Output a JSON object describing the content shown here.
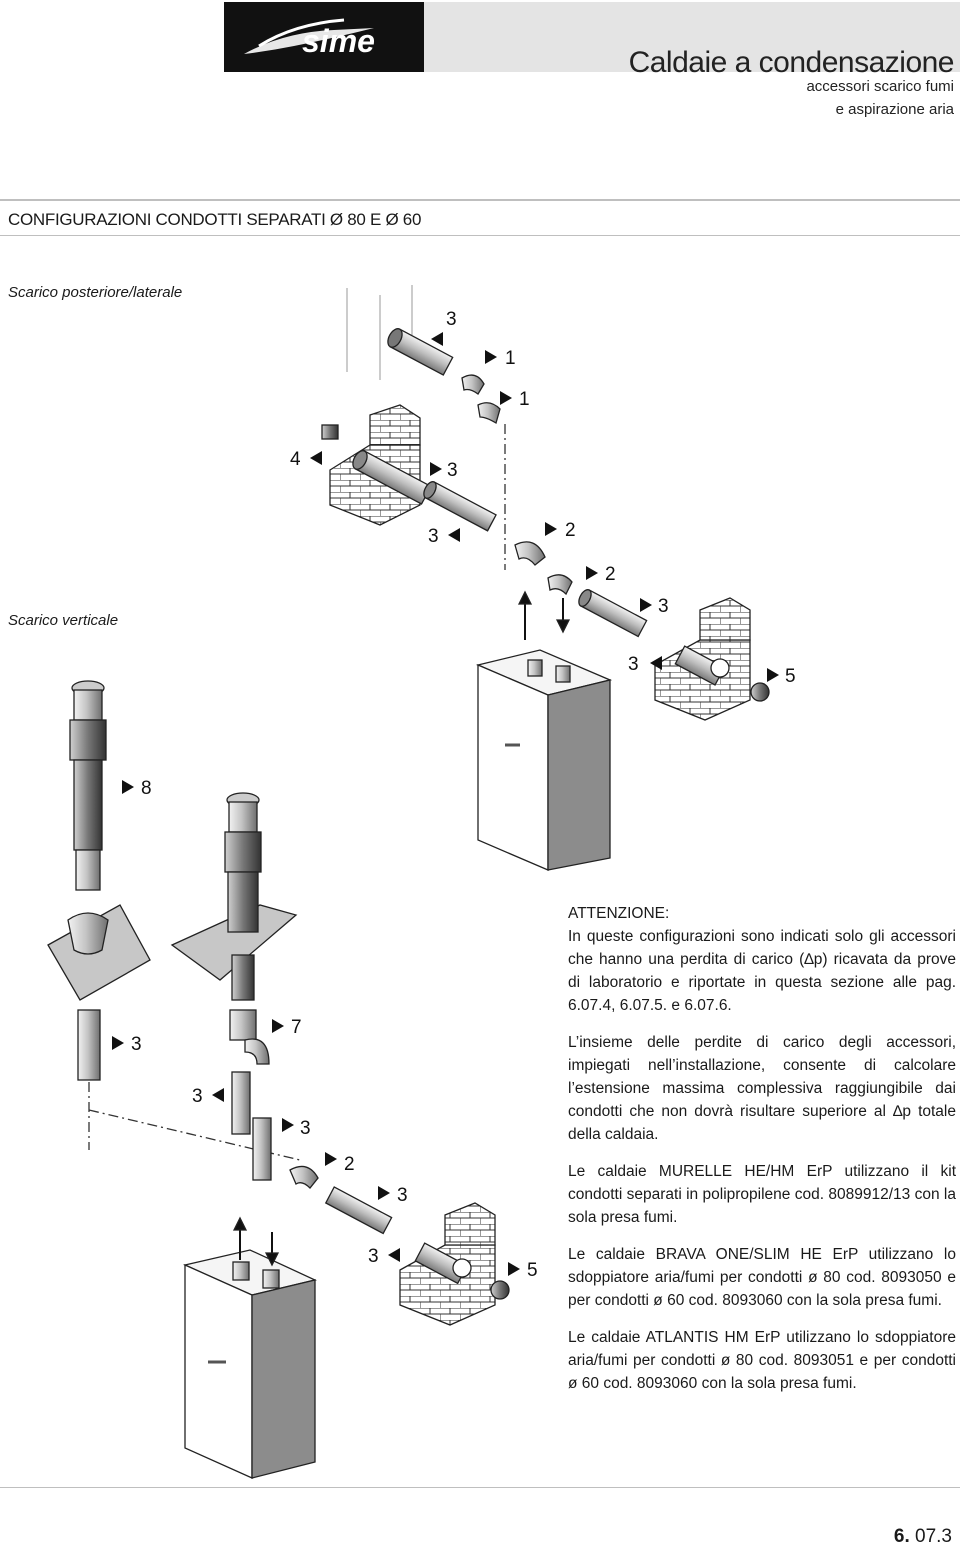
{
  "header": {
    "brand": "sime",
    "title": "Caldaie a condensazione",
    "subtitle_line1": "accessori scarico fumi",
    "subtitle_line2": "e aspirazione aria"
  },
  "section_title": "CONFIGURAZIONI CONDOTTI SEPARATI Ø 80 E Ø 60",
  "labels": {
    "rear": "Scarico posteriore/laterale",
    "vertical": "Scarico verticale"
  },
  "callouts_top": [
    "3",
    "1",
    "1",
    "4",
    "3",
    "3",
    "2",
    "2",
    "3",
    "3",
    "5"
  ],
  "callouts_bottom": [
    "8",
    "3",
    "7",
    "3",
    "3",
    "2",
    "3",
    "3",
    "5"
  ],
  "text": {
    "attention_title": "ATTENZIONE:",
    "attention_body": "In queste configurazioni sono indicati solo gli accessori che hanno una perdita di carico (∆p) ricavata da prove di laboratorio e riportate in questa sezione alle pag. 6.07.4, 6.07.5. e 6.07.6.",
    "paragraph2": "L’insieme delle perdite di carico degli accessori, impiegati nell’installazione, consente di calcolare l’estensione massima complessiva raggiungibile dai condotti che non dovrà risultare superiore al ∆p totale della caldaia.",
    "paragraph3": "Le caldaie MURELLE HE/HM ErP utilizzano il kit condotti separati in polipropilene cod. 8089912/13 con la sola presa fumi.",
    "paragraph4": "Le caldaie BRAVA ONE/SLIM HE ErP utilizzano lo sdoppiatore aria/fumi per condotti ø 80 cod. 8093050 e per condotti ø 60 cod. 8093060 con la sola presa fumi.",
    "paragraph5": "Le caldaie ATLANTIS HM ErP utilizzano lo sdoppiatore aria/fumi per condotti ø 80 cod. 8093051 e per condotti ø 60 cod. 8093060 con la sola presa fumi."
  },
  "footer": {
    "page_bold": "6.",
    "page_rest": " 07.3"
  }
}
